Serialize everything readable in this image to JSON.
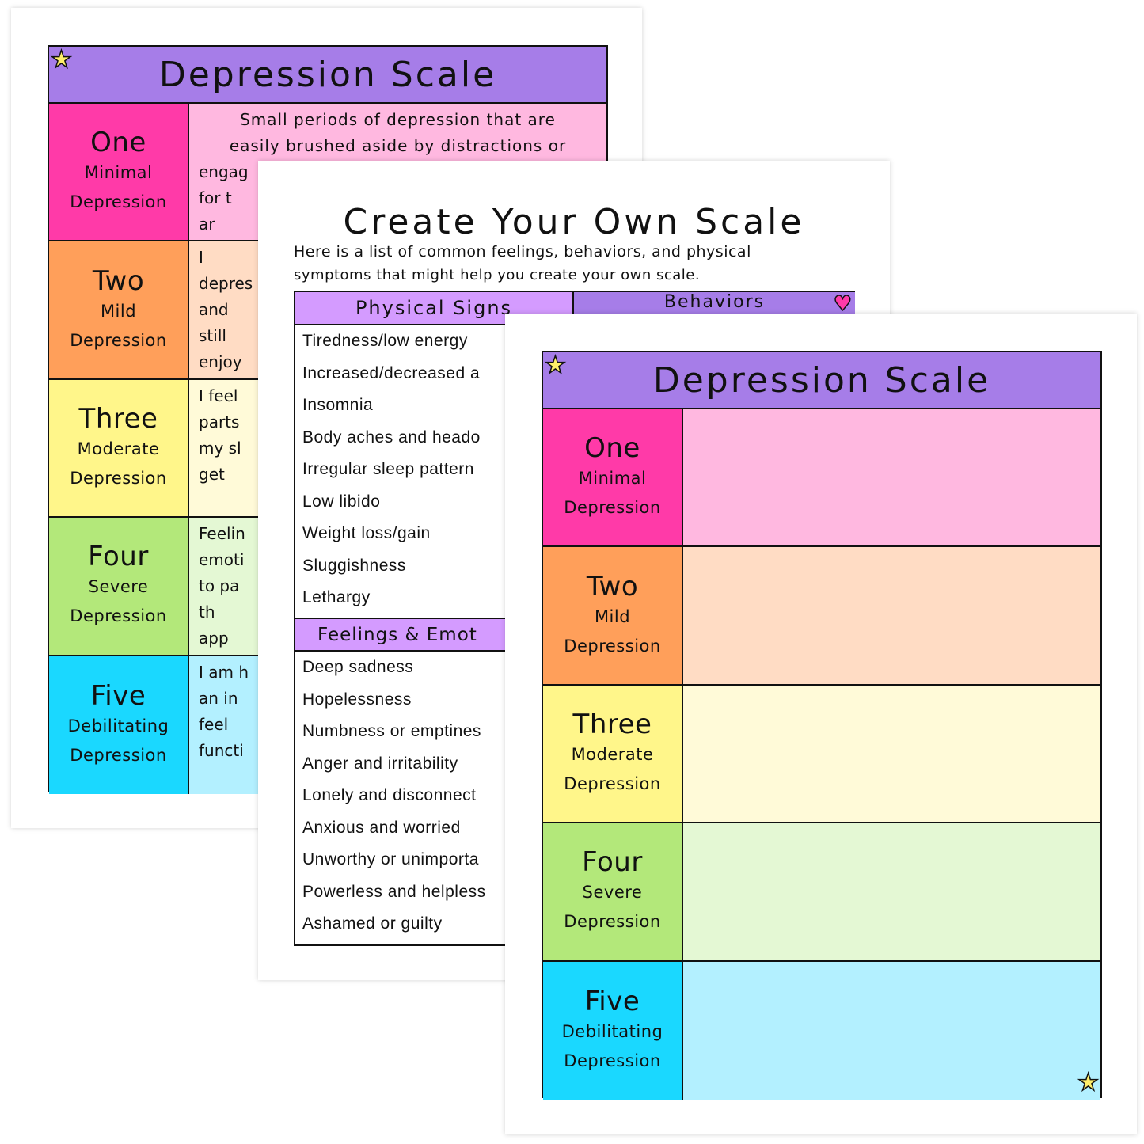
{
  "back_sheet": {
    "title": "Depression Scale",
    "rows": [
      {
        "level": "One",
        "name1": "Minimal",
        "name2": "Depression",
        "text": [
          "Small periods of depression that are",
          "easily brushed aside by distractions or",
          "engag",
          "for t",
          "ar"
        ]
      },
      {
        "level": "Two",
        "name1": "Mild",
        "name2": "Depression",
        "text": [
          "I",
          "depres",
          "and",
          "still",
          "enjoy"
        ]
      },
      {
        "level": "Three",
        "name1": "Moderate",
        "name2": "Depression",
        "text": [
          "I feel",
          "parts",
          "my sl",
          "get"
        ]
      },
      {
        "level": "Four",
        "name1": "Severe",
        "name2": "Depression",
        "text": [
          "Feelin",
          "emoti",
          "to pa",
          "th",
          "app"
        ]
      },
      {
        "level": "Five",
        "name1": "Debilitating",
        "name2": "Depression",
        "text": [
          "I am h",
          "an in",
          "feel",
          "functi"
        ]
      }
    ]
  },
  "middle_sheet": {
    "title": "Create Your Own Scale",
    "intro": [
      "Here is a list of common feelings, behaviors, and physical",
      "symptoms that might help you create your own scale."
    ],
    "col1_header": "Physical Signs",
    "col2_header": "Behaviors",
    "physical_signs": [
      "Tiredness/low energy",
      "Increased/decreased a",
      "Insomnia",
      "Body aches and heado",
      "Irregular sleep pattern",
      "Low libido",
      "Weight loss/gain",
      "Sluggishness",
      "Lethargy"
    ],
    "feelings_header": "Feelings & Emot",
    "feelings": [
      "Deep sadness",
      "Hopelessness",
      "Numbness or emptines",
      "Anger and irritability",
      "Lonely and disconnect",
      "Anxious and worried",
      "Unworthy or unimporta",
      "Powerless and helpless",
      "Ashamed or guilty"
    ]
  },
  "front_sheet": {
    "title": "Depression Scale",
    "rows": [
      {
        "level": "One",
        "name1": "Minimal",
        "name2": "Depression"
      },
      {
        "level": "Two",
        "name1": "Mild",
        "name2": "Depression"
      },
      {
        "level": "Three",
        "name1": "Moderate",
        "name2": "Depression"
      },
      {
        "level": "Four",
        "name1": "Severe",
        "name2": "Depression"
      },
      {
        "level": "Five",
        "name1": "Debilitating",
        "name2": "Depression"
      }
    ]
  },
  "colors": {
    "header": "#a67de8",
    "label": [
      "#ff3aa8",
      "#ff9f5a",
      "#fff68a",
      "#b3e87a",
      "#1ad8ff"
    ],
    "fill": [
      "#ffb8e0",
      "#ffdcc4",
      "#fffad8",
      "#e4f8d4",
      "#b3f0ff"
    ]
  }
}
